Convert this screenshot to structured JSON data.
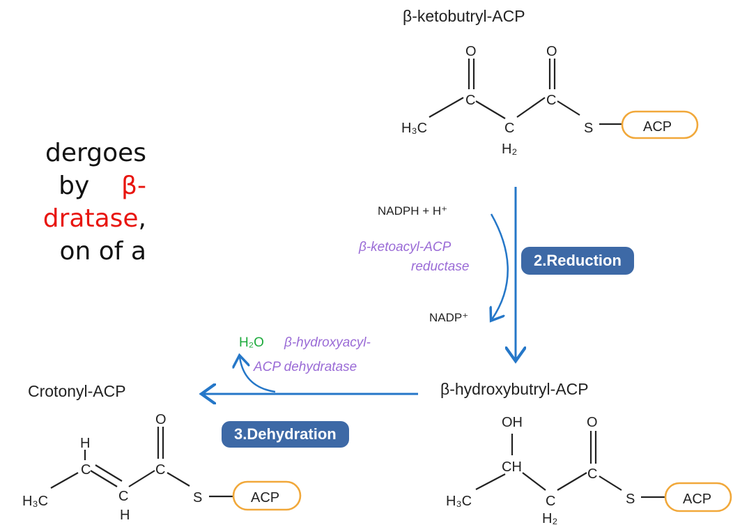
{
  "slide_text": {
    "line1": "dergoes",
    "line2_a": "by",
    "line2_b": "β-",
    "line3_a": "dratase",
    "line3_b": ",",
    "line4": "on of a"
  },
  "molecules": {
    "ketobutyryl": {
      "name": "β-ketobutryl-ACP",
      "atoms": [
        "O",
        "O",
        "C",
        "C",
        "H₃C",
        "C",
        "H₂",
        "S",
        "ACP"
      ]
    },
    "hydroxybutyryl": {
      "name": "β-hydroxybutryl-ACP",
      "atoms": [
        "OH",
        "CH",
        "O",
        "C",
        "H₃C",
        "C",
        "H₂",
        "S",
        "ACP"
      ]
    },
    "crotonyl": {
      "name": "Crotonyl-ACP",
      "atoms": [
        "H",
        "C",
        "O",
        "C",
        "H₃C",
        "C",
        "H",
        "S",
        "ACP"
      ]
    }
  },
  "reduction": {
    "badge": "2.Reduction",
    "cofactor_in": "NADPH + H⁺",
    "cofactor_out": "NADP⁺",
    "enzyme_line1": "β-ketoacyl-ACP",
    "enzyme_line2": "reductase"
  },
  "dehydration": {
    "badge": "3.Dehydration",
    "byproduct": "H₂O",
    "enzyme_line1": "β-hydroxyacyl-",
    "enzyme_line2": "ACP dehydratase"
  },
  "colors": {
    "arrow_blue": "#2577c8",
    "acp_orange": "#f1a83a",
    "enzyme_purple": "#9a6bd6",
    "water_green": "#1daa3c",
    "badge_blue": "#3d69a6",
    "highlight_red": "#e8150f"
  }
}
